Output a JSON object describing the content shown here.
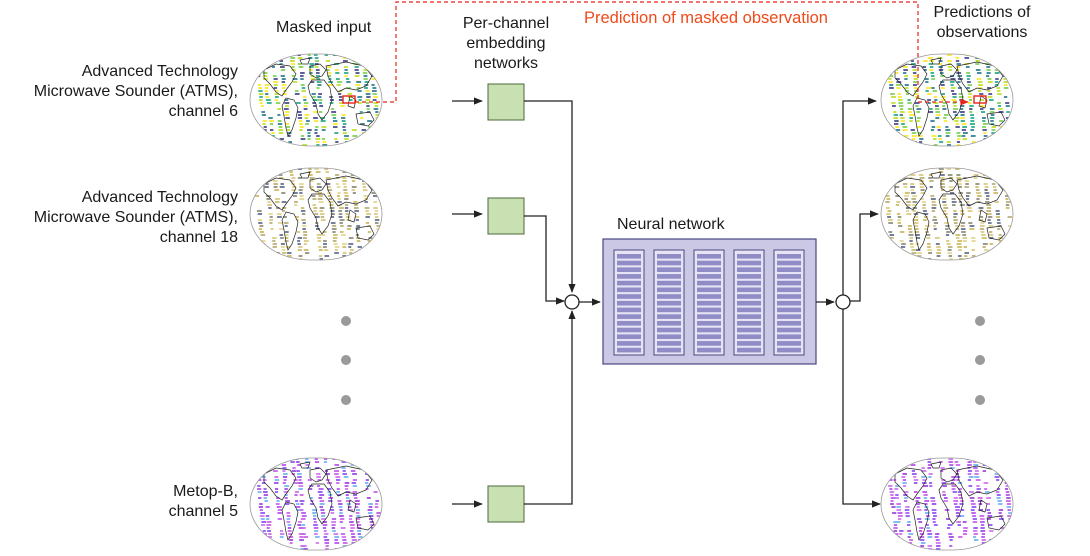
{
  "headers": {
    "masked_input": "Masked input",
    "per_channel": [
      "Per-channel",
      "embedding",
      "networks"
    ],
    "prediction_masked": "Prediction of masked observation",
    "predictions": [
      "Predictions of",
      "observations"
    ]
  },
  "inputs": [
    {
      "label": [
        "Advanced Technology",
        "Microwave Sounder (ATMS),",
        "channel 6"
      ],
      "palette": "viridis"
    },
    {
      "label": [
        "Advanced Technology",
        "Microwave Sounder (ATMS),",
        "channel 18"
      ],
      "palette": "cividis"
    },
    {
      "label": [
        "Metop-B,",
        "channel 5"
      ],
      "palette": "cool"
    }
  ],
  "neural_network_label": "Neural network",
  "colors": {
    "embed_fill": "#c9e0b3",
    "embed_stroke": "#4a6a3a",
    "nn_fill": "#cbc8e6",
    "nn_block": "#8f8cc6",
    "accent": "#f04a1a",
    "dots": "#9a9a9a"
  }
}
